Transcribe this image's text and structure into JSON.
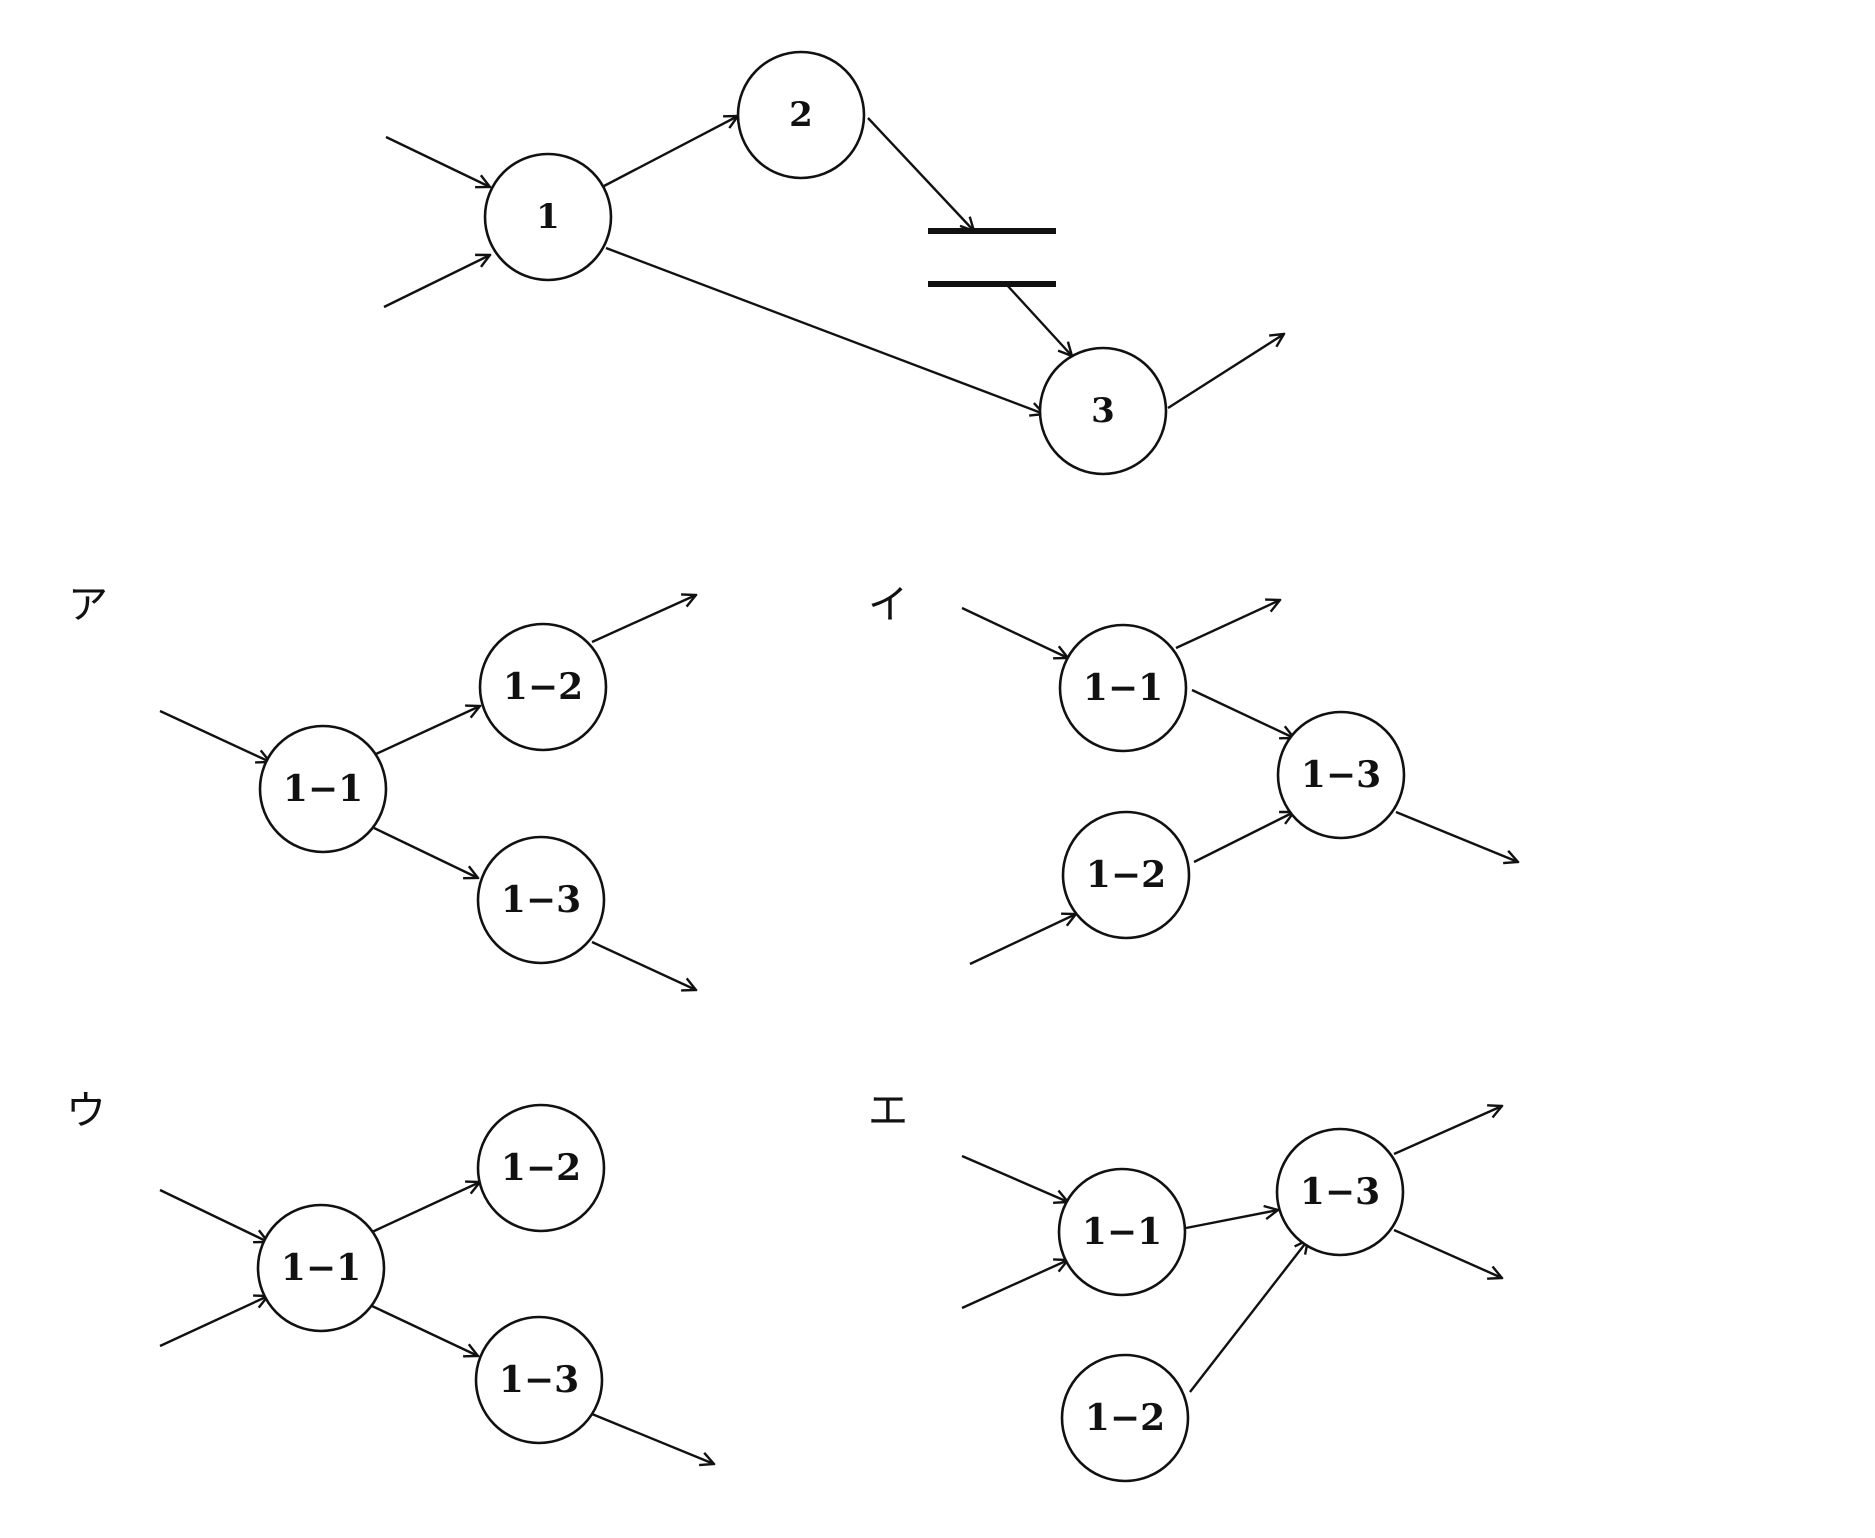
{
  "colors": {
    "ink": "#111111",
    "background": "#ffffff"
  },
  "main": {
    "nodes": {
      "n1": "1",
      "n2": "2",
      "n3": "3"
    }
  },
  "options": [
    {
      "label": "ア",
      "nodes": {
        "a": "1−1",
        "b": "1−2",
        "c": "1−3"
      }
    },
    {
      "label": "イ",
      "nodes": {
        "a": "1−1",
        "b": "1−2",
        "c": "1−3"
      }
    },
    {
      "label": "ウ",
      "nodes": {
        "a": "1−1",
        "b": "1−2",
        "c": "1−3"
      }
    },
    {
      "label": "エ",
      "nodes": {
        "a": "1−1",
        "b": "1−2",
        "c": "1−3"
      }
    }
  ]
}
